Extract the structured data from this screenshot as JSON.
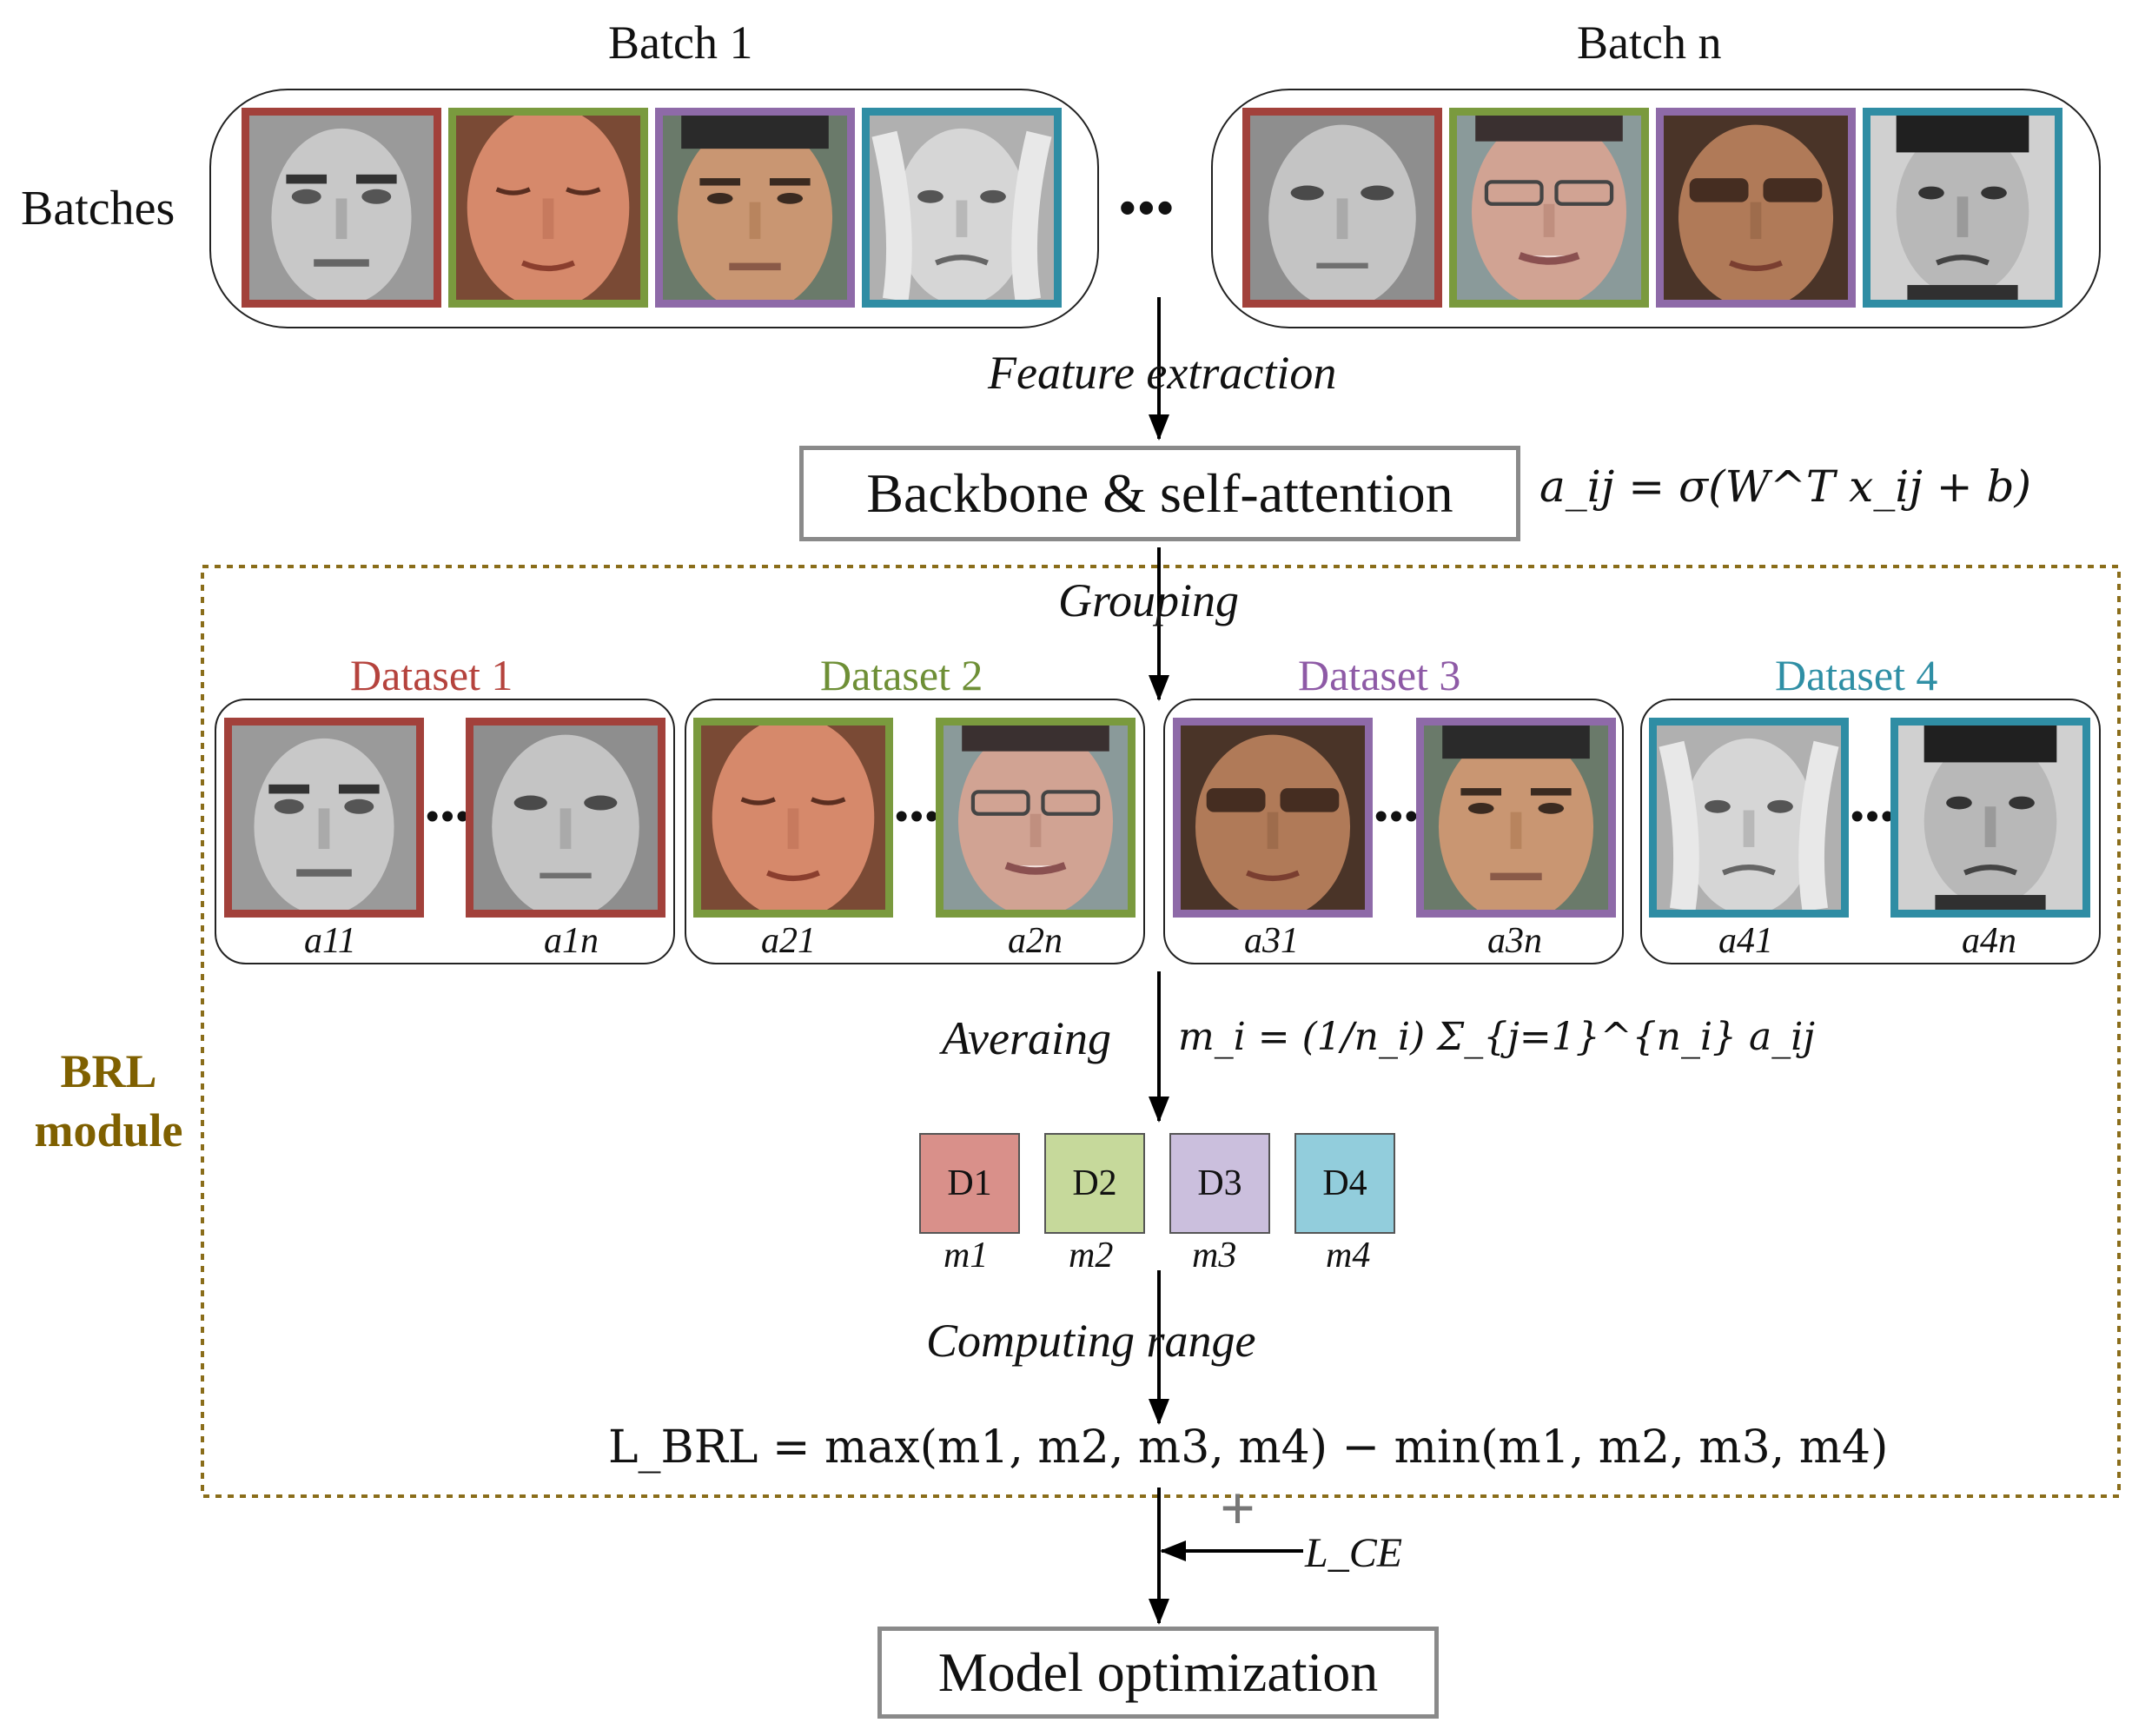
{
  "batches_label": "Batches",
  "batch_titles": [
    "Batch 1",
    "Batch n"
  ],
  "ellipsis": "•••",
  "feature_extraction": "Feature extraction",
  "backbone_box": "Backbone & self-attention",
  "attention_formula": "a_ij = σ(W^T x_ij + b)",
  "grouping": "Grouping",
  "brl_module": [
    "BRL",
    "module"
  ],
  "datasets": [
    {
      "name": "Dataset 1",
      "color": "#b5433d",
      "labels": [
        "a11",
        "a1n"
      ]
    },
    {
      "name": "Dataset 2",
      "color": "#6e8f36",
      "labels": [
        "a21",
        "a2n"
      ]
    },
    {
      "name": "Dataset 3",
      "color": "#8e5aa6",
      "labels": [
        "a31",
        "a3n"
      ]
    },
    {
      "name": "Dataset 4",
      "color": "#2f8fa5",
      "labels": [
        "a41",
        "a4n"
      ]
    }
  ],
  "averaging": "Averaing",
  "mean_formula": "m_i = (1/n_i) Σ_{j=1}^{n_i} a_ij",
  "domain_boxes": [
    {
      "label": "D1",
      "fill": "#d9908a",
      "mean": "m1"
    },
    {
      "label": "D2",
      "fill": "#c6d99b",
      "mean": "m2"
    },
    {
      "label": "D3",
      "fill": "#cbbfdd",
      "mean": "m3"
    },
    {
      "label": "D4",
      "fill": "#92cddc",
      "mean": "m4"
    }
  ],
  "computing_range": "Computing range",
  "brl_loss": "L_BRL = max(m1, m2, m3, m4) − min(m1, m2, m3, m4)",
  "ce_loss": "L_CE",
  "plus": "+",
  "model_box": "Model optimization",
  "colors": {
    "frame_red": "#a2413b",
    "frame_green": "#7a9a3e",
    "frame_purple": "#8e6aa8",
    "frame_teal": "#2f8da4",
    "brl_border": "#8a6d1a",
    "brl_text": "#7f6000",
    "process_border": "#8a8a8a"
  }
}
